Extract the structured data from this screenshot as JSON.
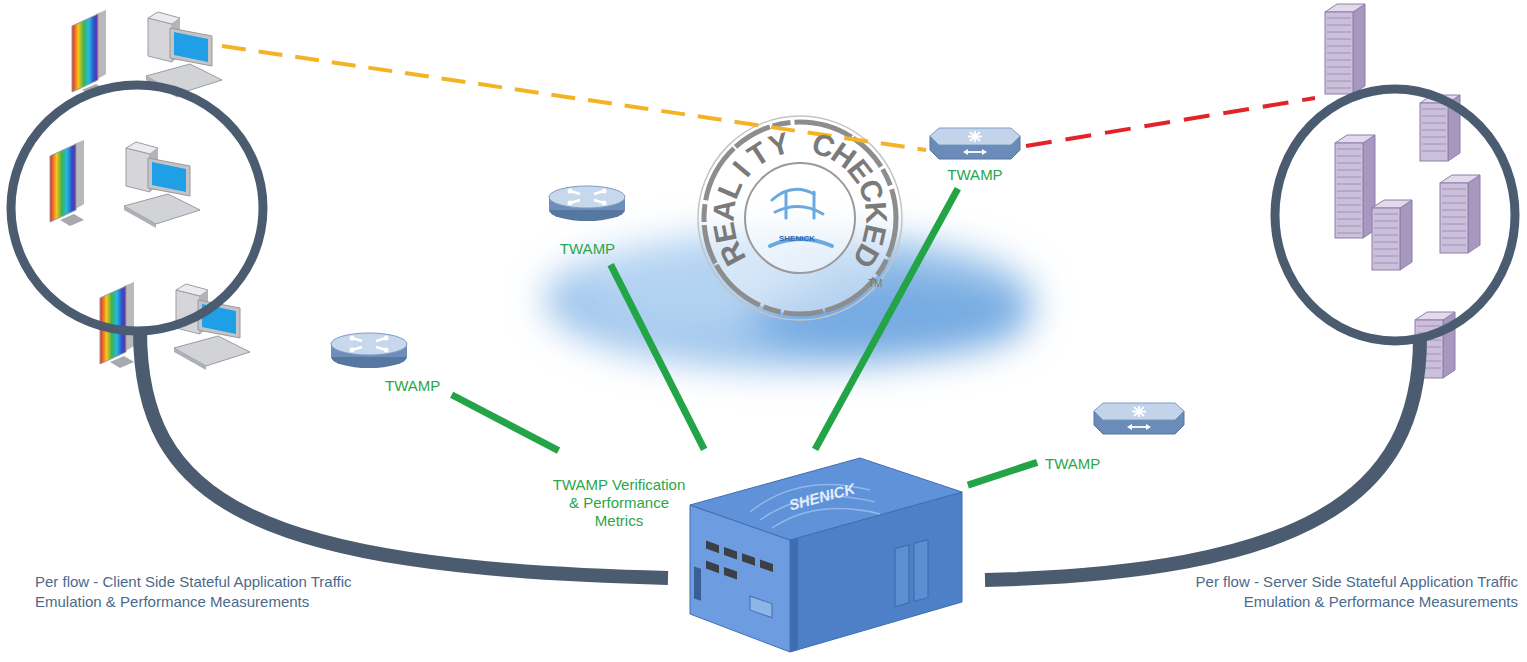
{
  "diagram": {
    "nodes": [
      {
        "text": [
          "TWAMP"
        ]
      },
      {
        "text": [
          "TWAMP"
        ]
      },
      {
        "text": [
          "TWAMP"
        ]
      },
      {
        "text": [
          "TWAMP"
        ]
      },
      {
        "text": [
          "TWAMP Verification & Performance Metrics",
          "SHENICK"
        ]
      }
    ],
    "edges": [
      {
        "from": 4,
        "to": 0,
        "arrow": "none"
      },
      {
        "from": 4,
        "to": 1,
        "arrow": "none"
      },
      {
        "from": 4,
        "to": 2,
        "arrow": "none"
      },
      {
        "from": 4,
        "to": 3,
        "arrow": "none"
      }
    ],
    "labels": [
      "REALITY CHECKED",
      "TM",
      "SHENICK",
      "Per flow - Client Side Stateful Application Traffic Emulation & Performance Measurements",
      "Per flow - Server Side Stateful Application Traffic Emulation & Performance Measurements"
    ]
  }
}
